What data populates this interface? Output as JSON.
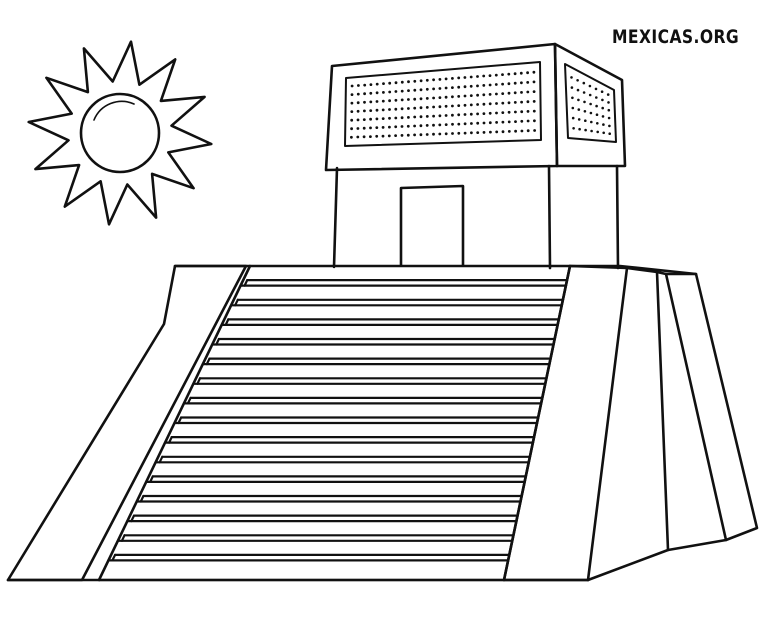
{
  "watermark": "MEXICAS.ORG",
  "colors": {
    "line": "#111111",
    "background": "#ffffff"
  },
  "illustration": {
    "subject": "pyramid-temple",
    "stair_steps": 16,
    "icons": [
      "sun-icon"
    ]
  }
}
